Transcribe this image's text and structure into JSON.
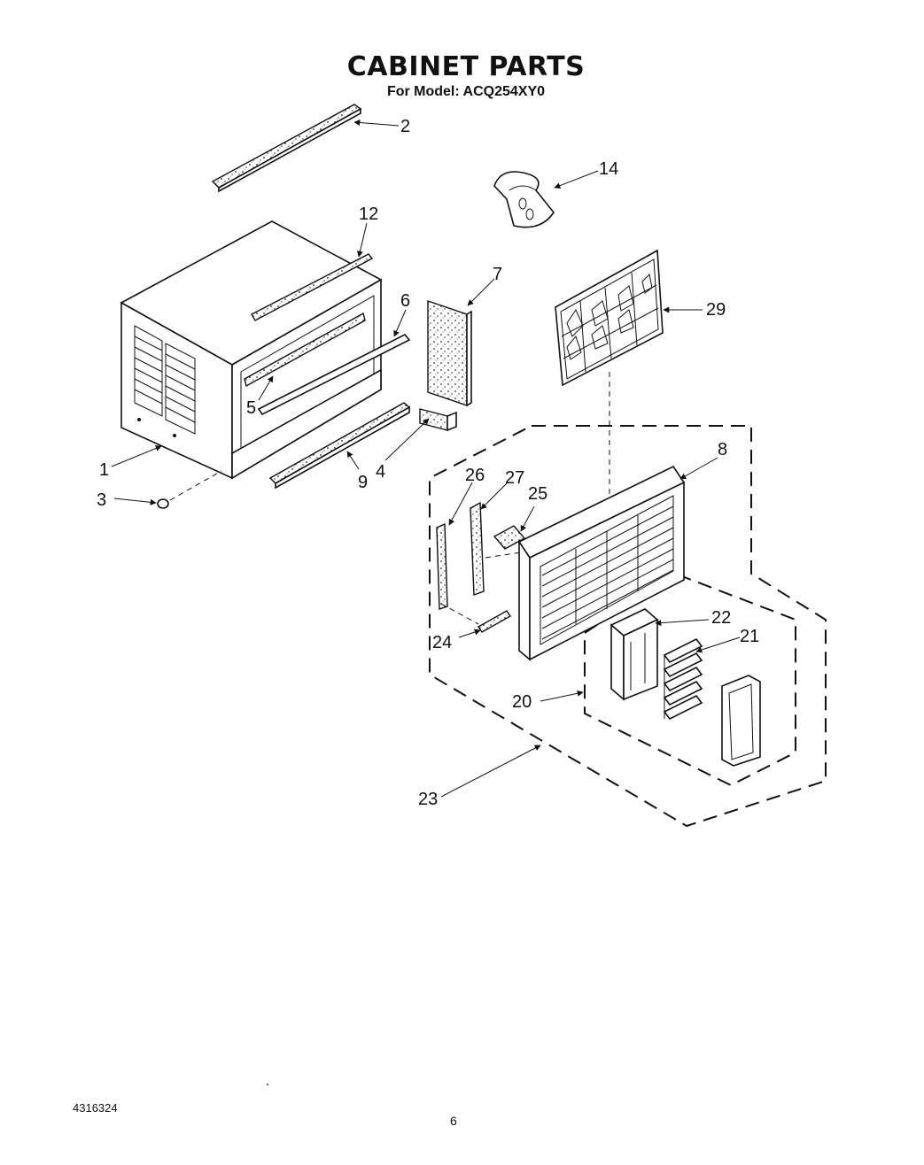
{
  "header": {
    "title": "CABINET PARTS",
    "subtitle": "For Model: ACQ254XY0"
  },
  "footer": {
    "doc_number": "4316324",
    "page_number": "6"
  },
  "callouts": {
    "c1": "1",
    "c2": "2",
    "c3": "3",
    "c4": "4",
    "c5": "5",
    "c6": "6",
    "c7": "7",
    "c8": "8",
    "c9": "9",
    "c12": "12",
    "c14": "14",
    "c20": "20",
    "c21": "21",
    "c22": "22",
    "c23": "23",
    "c24": "24",
    "c25": "25",
    "c26": "26",
    "c27": "27",
    "c29": "29"
  }
}
